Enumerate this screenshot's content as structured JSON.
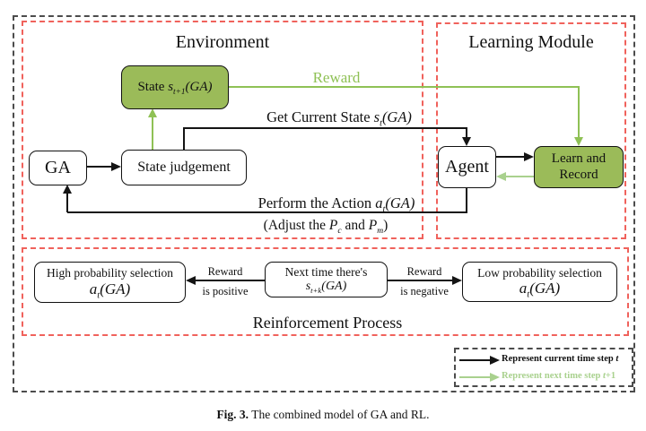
{
  "colors": {
    "black": "#141414",
    "red_dashed": "#f0625c",
    "gray_dashed": "#4c4c4c",
    "node_green": "#9bbb59",
    "bright_green": "#8fc155",
    "light_green": "#a9d18e"
  },
  "titles": {
    "environment": "Environment",
    "learning_module": "Learning Module",
    "reinforcement": "Reinforcement Process"
  },
  "nodes": {
    "ga": {
      "label": "GA"
    },
    "state_judgement": {
      "label": "State judgement"
    },
    "state_next": {
      "pre": "State ",
      "var": "s",
      "sub": "t+1",
      "post": "(GA)"
    },
    "agent": {
      "label": "Agent"
    },
    "learn_record": {
      "line1": "Learn and",
      "line2": "Record"
    },
    "high_prob": {
      "title": "High probability selection",
      "var": "a",
      "sub": "t",
      "post": "(GA)"
    },
    "next_time": {
      "title": "Next time there's",
      "var": "s",
      "sub": "t+k",
      "post": "(GA)"
    },
    "low_prob": {
      "title": "Low probability selection",
      "var": "a",
      "sub": "t",
      "post": "(GA)"
    }
  },
  "edges": {
    "reward_label": "Reward",
    "get_state": {
      "pre": "Get Current State ",
      "var": "s",
      "sub": "t",
      "post": "(GA)"
    },
    "perform": {
      "pre": "Perform the Action ",
      "var": "a",
      "sub": "t",
      "post": "(GA)"
    },
    "adjust": {
      "pre": "(Adjust the ",
      "var1": "P",
      "sub1": "c",
      "mid": " and ",
      "var2": "P",
      "sub2": "m",
      "post": ")"
    },
    "left": {
      "line1": "Reward",
      "line2": "is positive"
    },
    "right": {
      "line1": "Reward",
      "line2": "is negative"
    }
  },
  "legend": {
    "current": {
      "pre": "Represent current time step ",
      "var": "t",
      "suffix": ""
    },
    "next": {
      "pre": "Represent next time step ",
      "var": "t",
      "suffix": "+1"
    }
  },
  "caption": {
    "label": "Fig. 3.",
    "text": "The combined model of GA and RL."
  }
}
